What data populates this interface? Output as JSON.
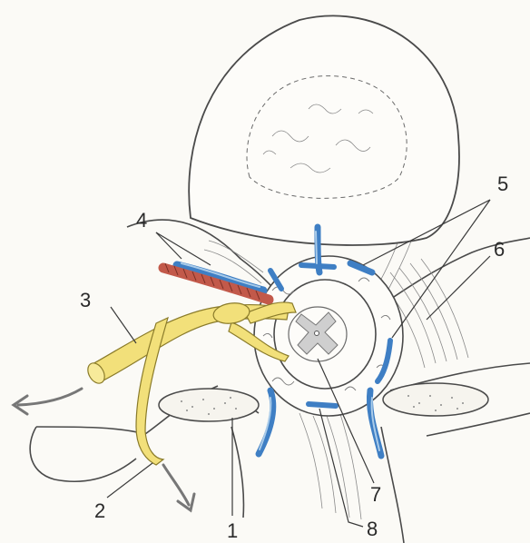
{
  "figure": {
    "labels": {
      "l1": "1",
      "l2": "2",
      "l3": "3",
      "l4": "4",
      "l5": "5",
      "l6": "6",
      "l7": "7",
      "l8": "8"
    },
    "colors": {
      "background": "#fbfaf6",
      "outline": "#4a4a4a",
      "nerve": "#f2e07a",
      "vein": "#3f7fc4",
      "artery": "#c2594a",
      "arrow": "#777777"
    }
  }
}
